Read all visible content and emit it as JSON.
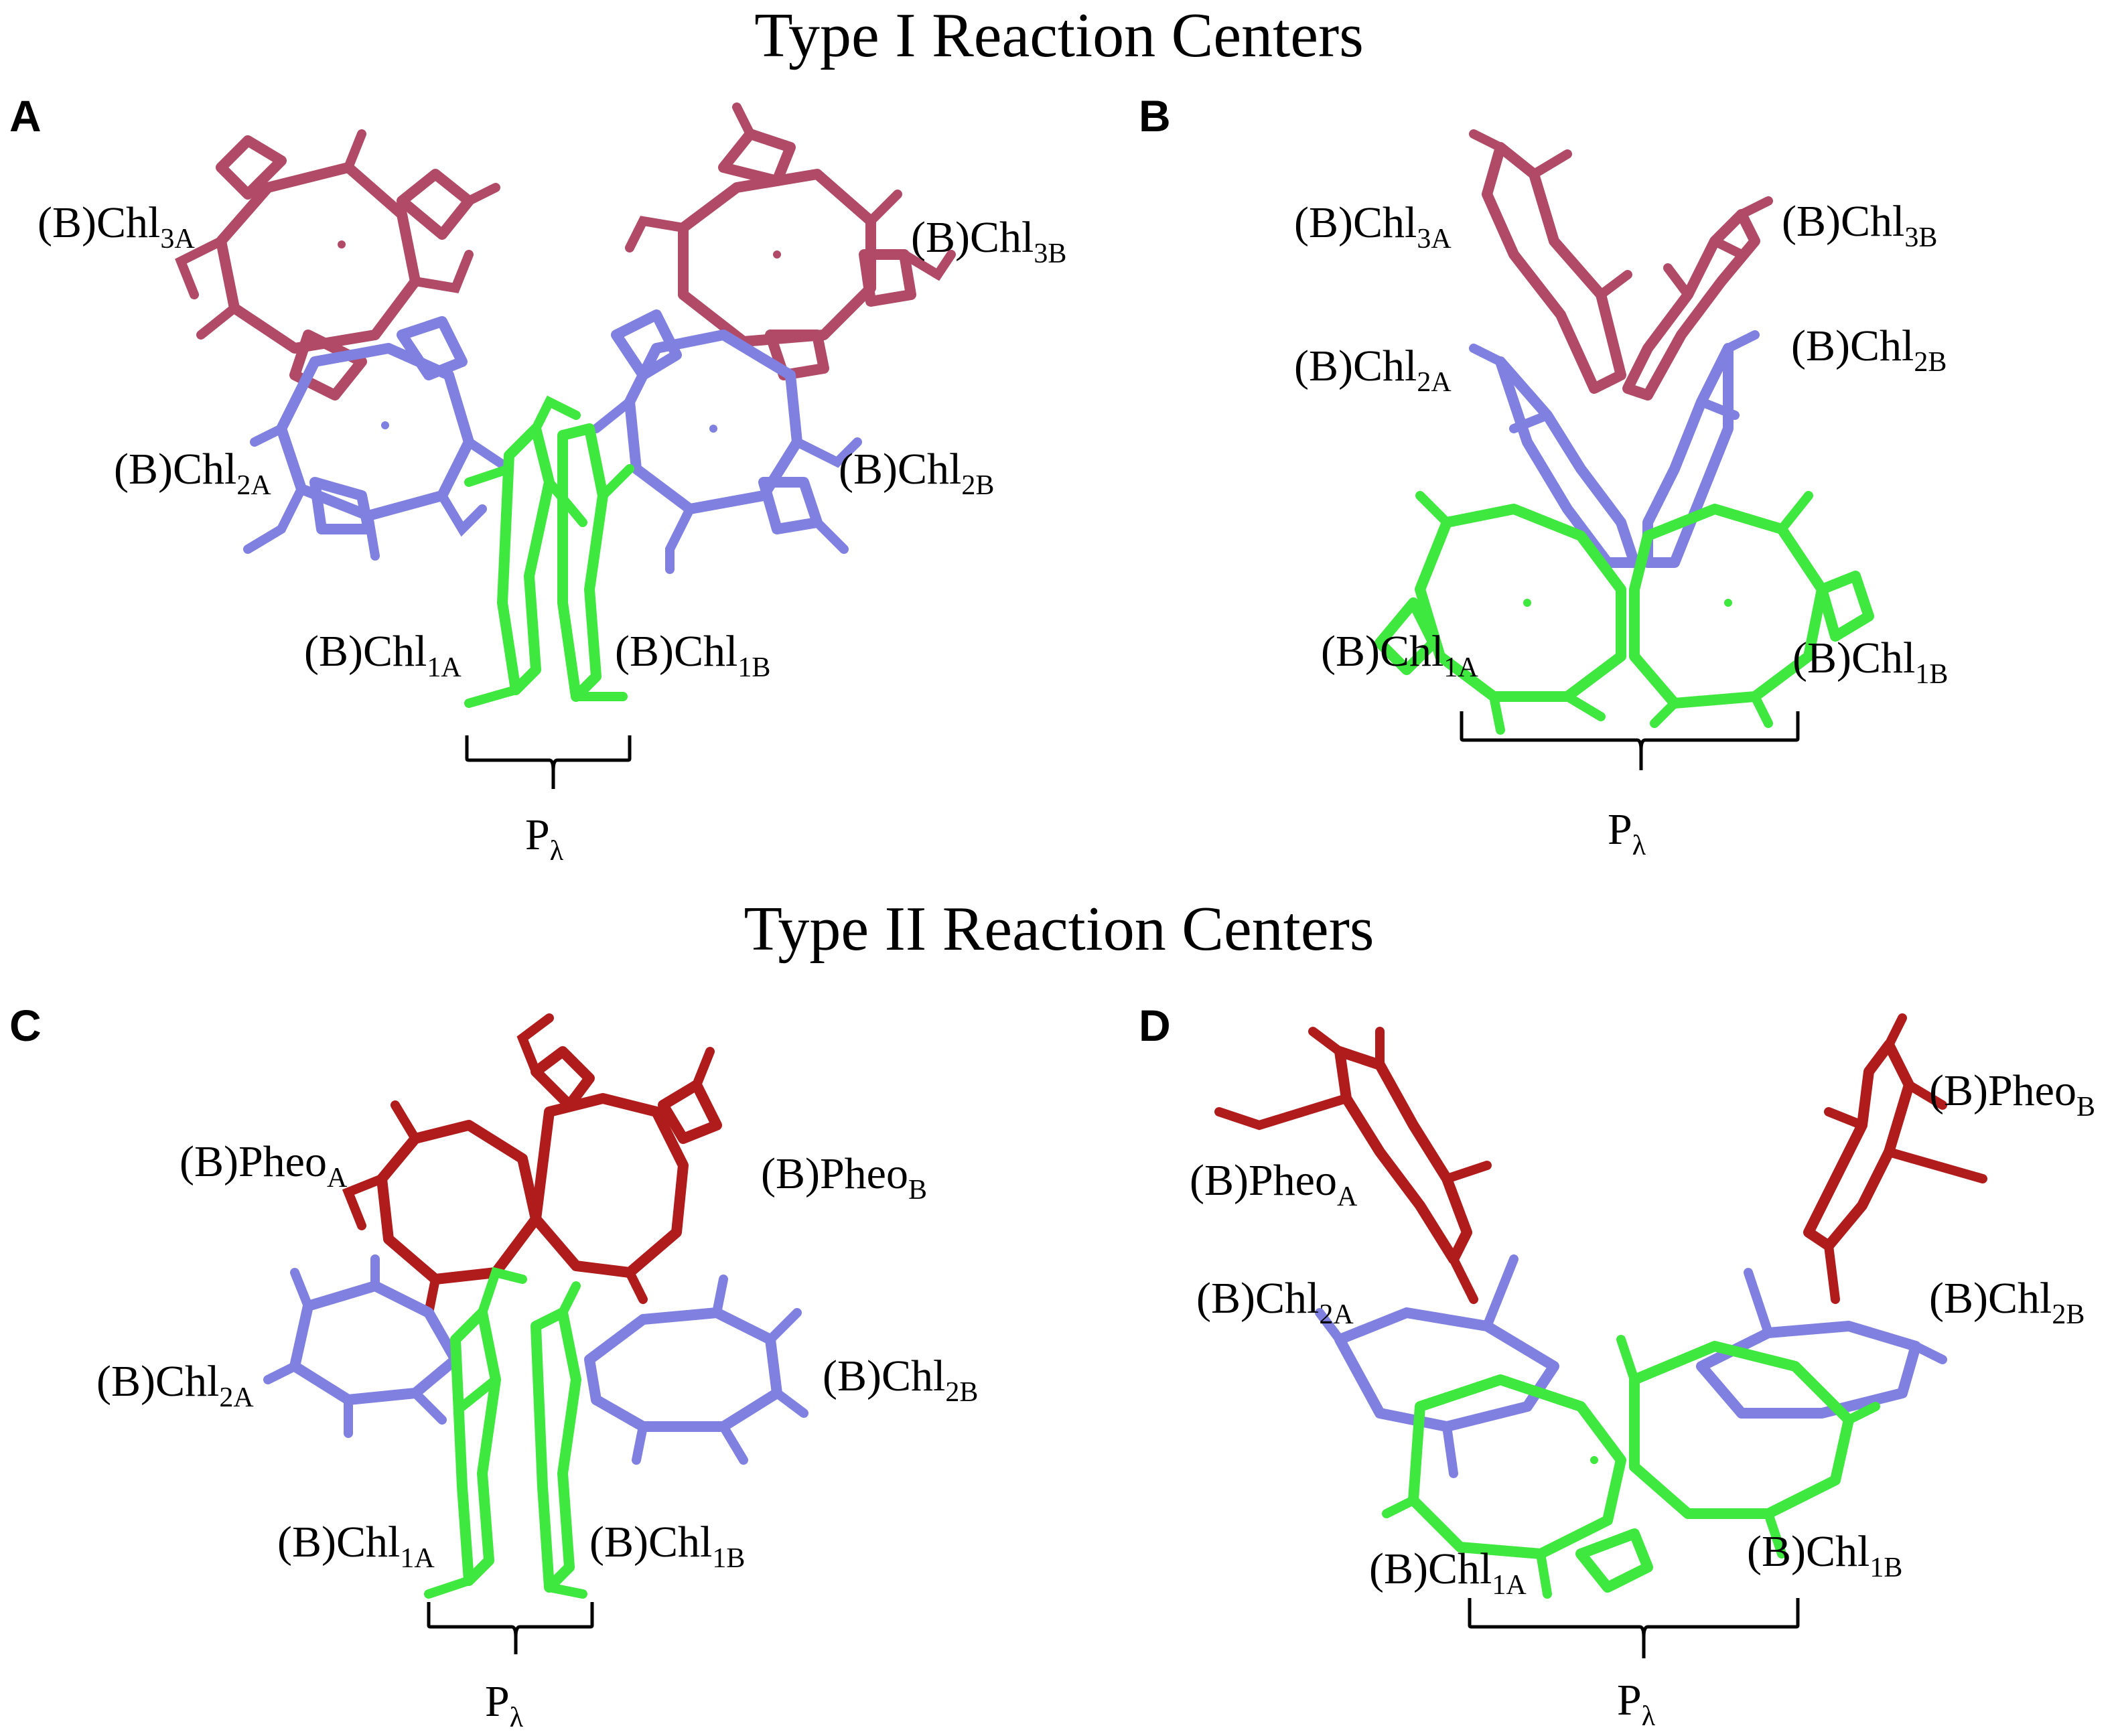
{
  "titles": {
    "type1": "Type I Reaction Centers",
    "type2": "Type II Reaction Centers"
  },
  "panels": {
    "A": {
      "letter": "A",
      "chl3a": {
        "base": "(B)Chl",
        "sub": "3A"
      },
      "chl3b": {
        "base": "(B)Chl",
        "sub": "3B"
      },
      "chl2a": {
        "base": "(B)Chl",
        "sub": "2A"
      },
      "chl2b": {
        "base": "(B)Chl",
        "sub": "2B"
      },
      "chl1a": {
        "base": "(B)Chl",
        "sub": "1A"
      },
      "chl1b": {
        "base": "(B)Chl",
        "sub": "1B"
      },
      "p": {
        "base": "P",
        "sub": "λ"
      }
    },
    "B": {
      "letter": "B",
      "chl3a": {
        "base": "(B)Chl",
        "sub": "3A"
      },
      "chl3b": {
        "base": "(B)Chl",
        "sub": "3B"
      },
      "chl2a": {
        "base": "(B)Chl",
        "sub": "2A"
      },
      "chl2b": {
        "base": "(B)Chl",
        "sub": "2B"
      },
      "chl1a": {
        "base": "(B)Chl",
        "sub": "1A"
      },
      "chl1b": {
        "base": "(B)Chl",
        "sub": "1B"
      },
      "p": {
        "base": "P",
        "sub": "λ"
      }
    },
    "C": {
      "letter": "C",
      "pheoa": {
        "base": "(B)Pheo",
        "sub": "A"
      },
      "pheob": {
        "base": "(B)Pheo",
        "sub": "B"
      },
      "chl2a": {
        "base": "(B)Chl",
        "sub": "2A"
      },
      "chl2b": {
        "base": "(B)Chl",
        "sub": "2B"
      },
      "chl1a": {
        "base": "(B)Chl",
        "sub": "1A"
      },
      "chl1b": {
        "base": "(B)Chl",
        "sub": "1B"
      },
      "p": {
        "base": "P",
        "sub": "λ"
      }
    },
    "D": {
      "letter": "D",
      "pheoa": {
        "base": "(B)Pheo",
        "sub": "A"
      },
      "pheob": {
        "base": "(B)Pheo",
        "sub": "B"
      },
      "chl2a": {
        "base": "(B)Chl",
        "sub": "2A"
      },
      "chl2b": {
        "base": "(B)Chl",
        "sub": "2B"
      },
      "chl1a": {
        "base": "(B)Chl",
        "sub": "1A"
      },
      "chl1b": {
        "base": "(B)Chl",
        "sub": "1B"
      },
      "p": {
        "base": "P",
        "sub": "λ"
      }
    }
  },
  "colors": {
    "chl3": "#b04a66",
    "chl2": "#7f80e0",
    "chl1": "#3fe83f",
    "pheo": "#b01c1c"
  }
}
